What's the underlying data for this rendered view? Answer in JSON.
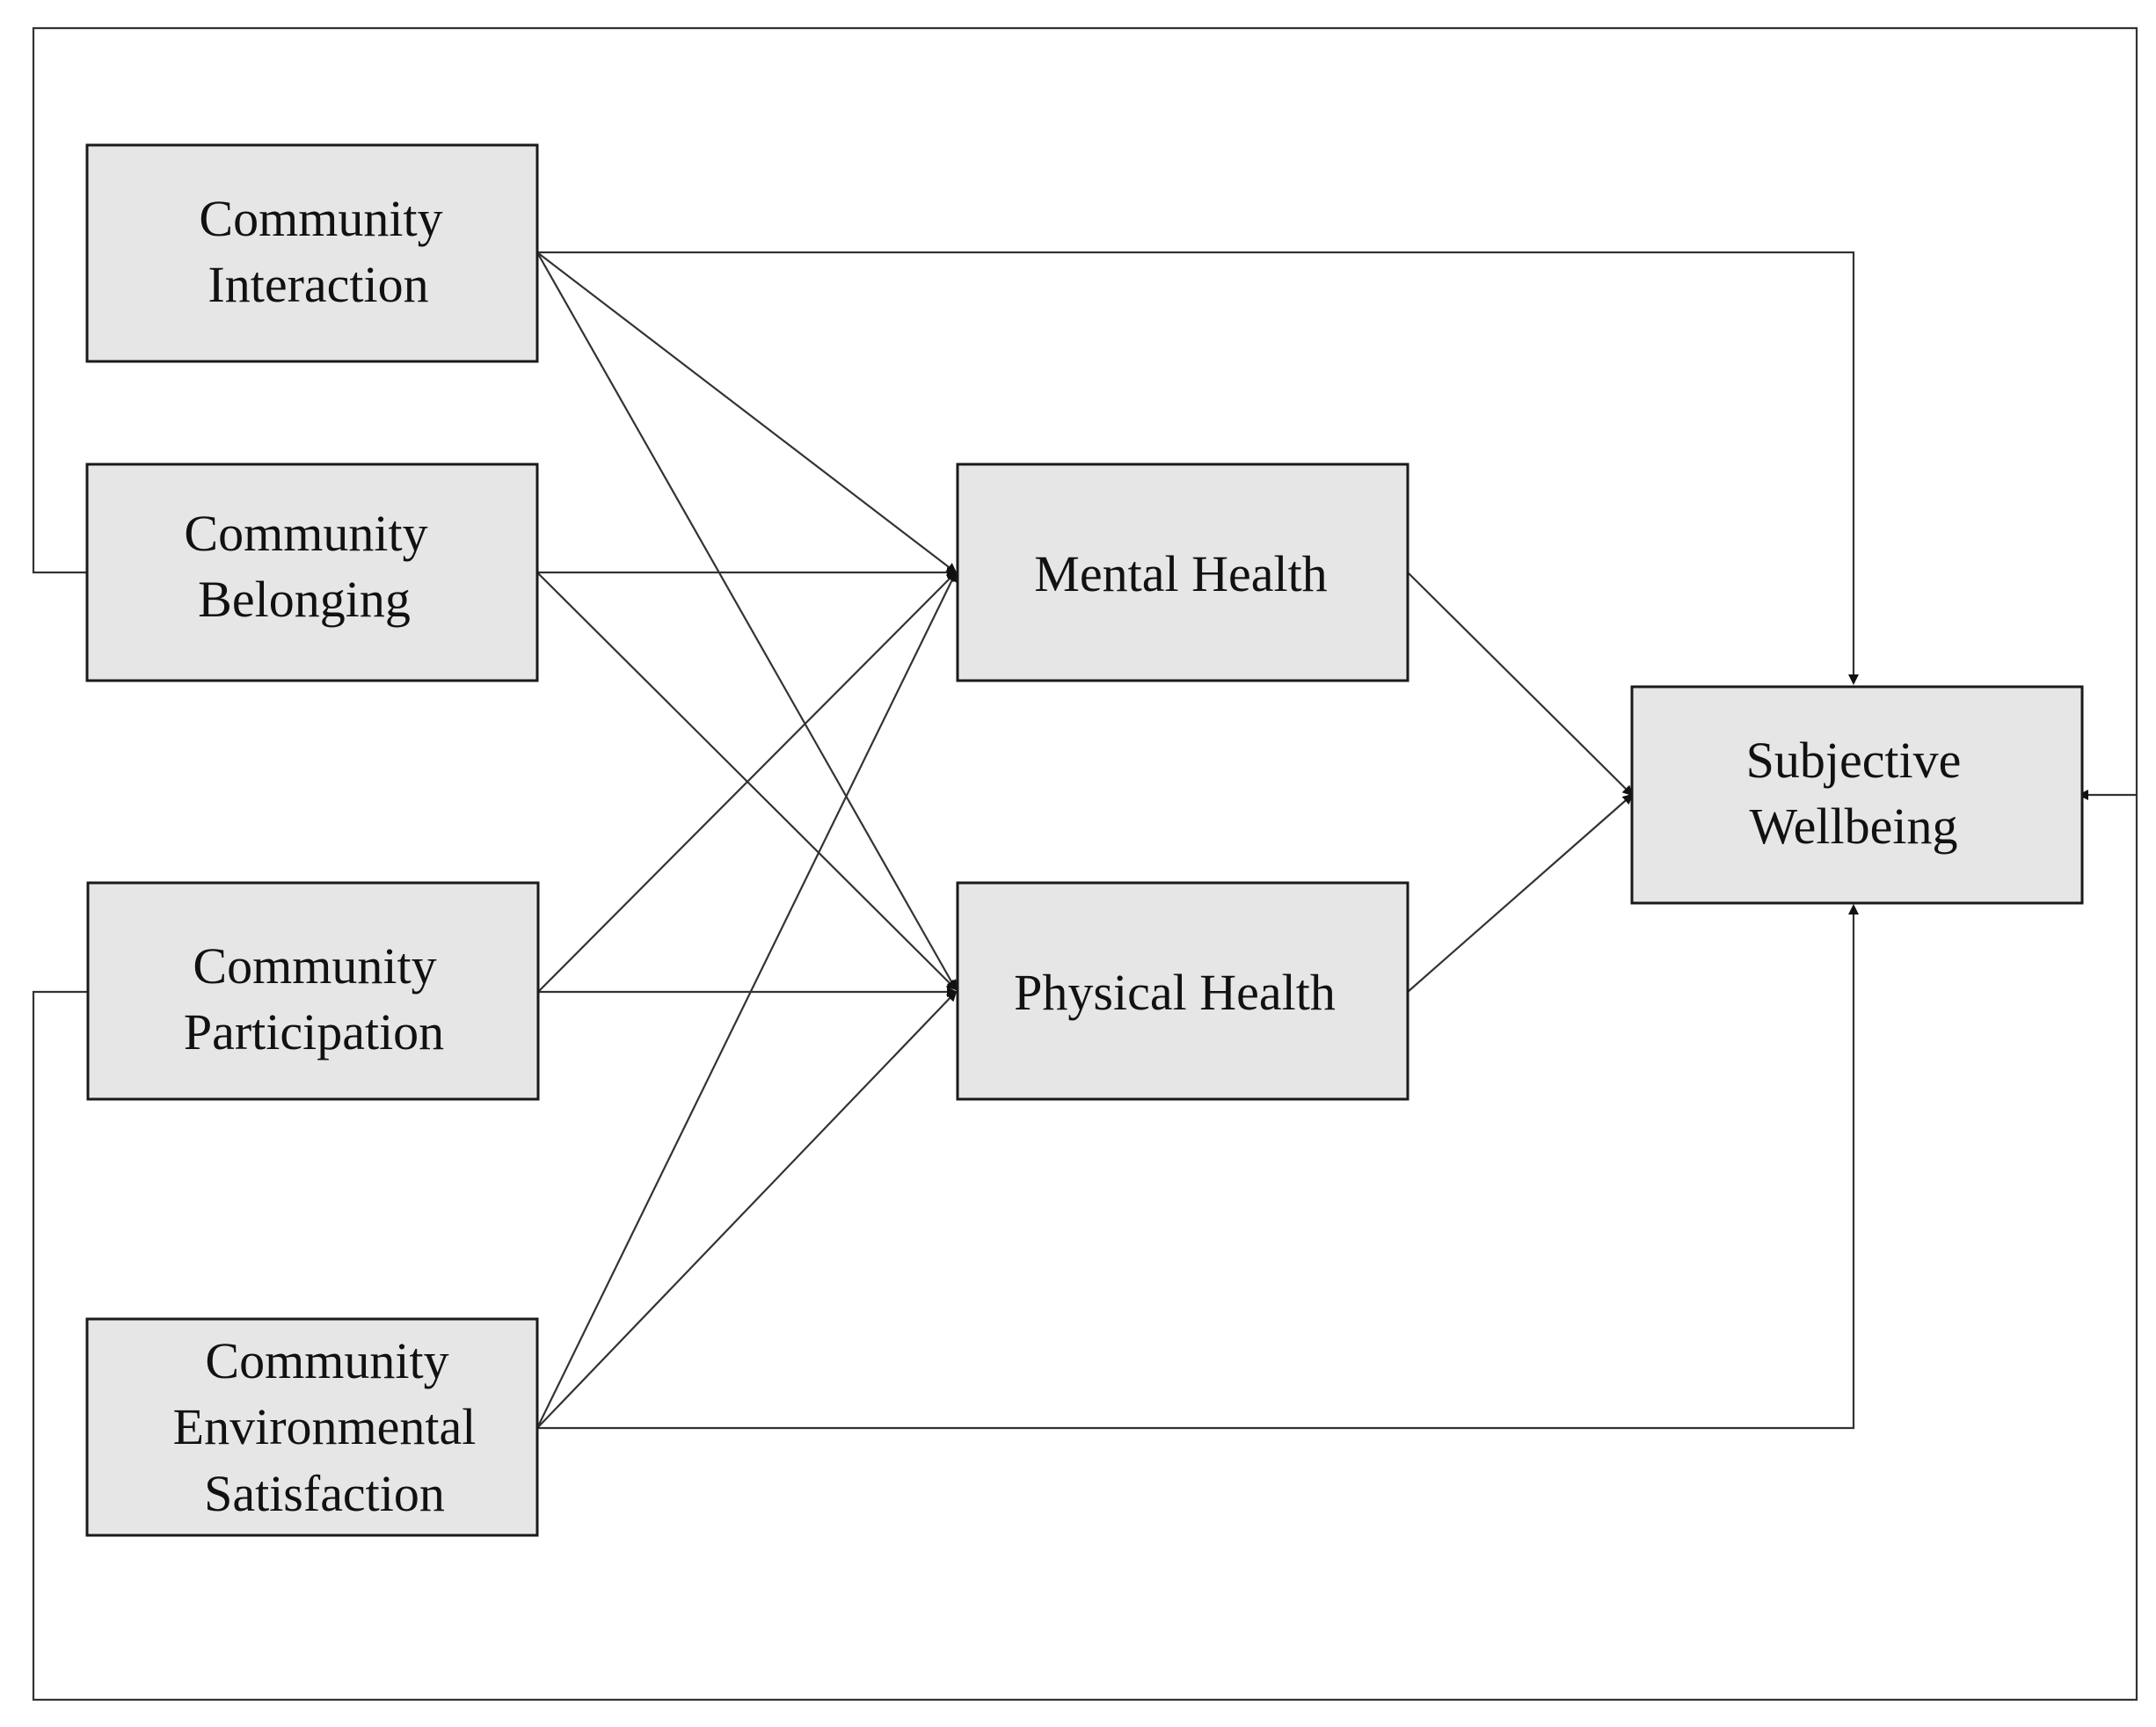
{
  "diagram": {
    "nodes": {
      "community_interaction": [
        "Community",
        "Interaction"
      ],
      "community_belonging": [
        "Community",
        "Belonging"
      ],
      "community_participation": [
        "Community",
        "Participation"
      ],
      "community_environmental_satisfaction": [
        "Community",
        "Environmental",
        "Satisfaction"
      ],
      "mental_health": [
        "Mental Health"
      ],
      "physical_health": [
        "Physical Health"
      ],
      "subjective_wellbeing": [
        "Subjective",
        "Wellbeing"
      ]
    },
    "edges": [
      {
        "from": "community_interaction",
        "to": "mental_health"
      },
      {
        "from": "community_interaction",
        "to": "physical_health"
      },
      {
        "from": "community_interaction",
        "to": "subjective_wellbeing"
      },
      {
        "from": "community_belonging",
        "to": "mental_health"
      },
      {
        "from": "community_belonging",
        "to": "physical_health"
      },
      {
        "from": "community_belonging",
        "to": "subjective_wellbeing"
      },
      {
        "from": "community_participation",
        "to": "mental_health"
      },
      {
        "from": "community_participation",
        "to": "physical_health"
      },
      {
        "from": "community_participation",
        "to": "subjective_wellbeing"
      },
      {
        "from": "community_environmental_satisfaction",
        "to": "mental_health"
      },
      {
        "from": "community_environmental_satisfaction",
        "to": "physical_health"
      },
      {
        "from": "community_environmental_satisfaction",
        "to": "subjective_wellbeing"
      },
      {
        "from": "mental_health",
        "to": "subjective_wellbeing"
      },
      {
        "from": "physical_health",
        "to": "subjective_wellbeing"
      }
    ],
    "colors": {
      "box_fill": "#e6e6e6",
      "box_stroke": "#1a1a1a",
      "line": "#333333",
      "background": "#ffffff"
    }
  }
}
